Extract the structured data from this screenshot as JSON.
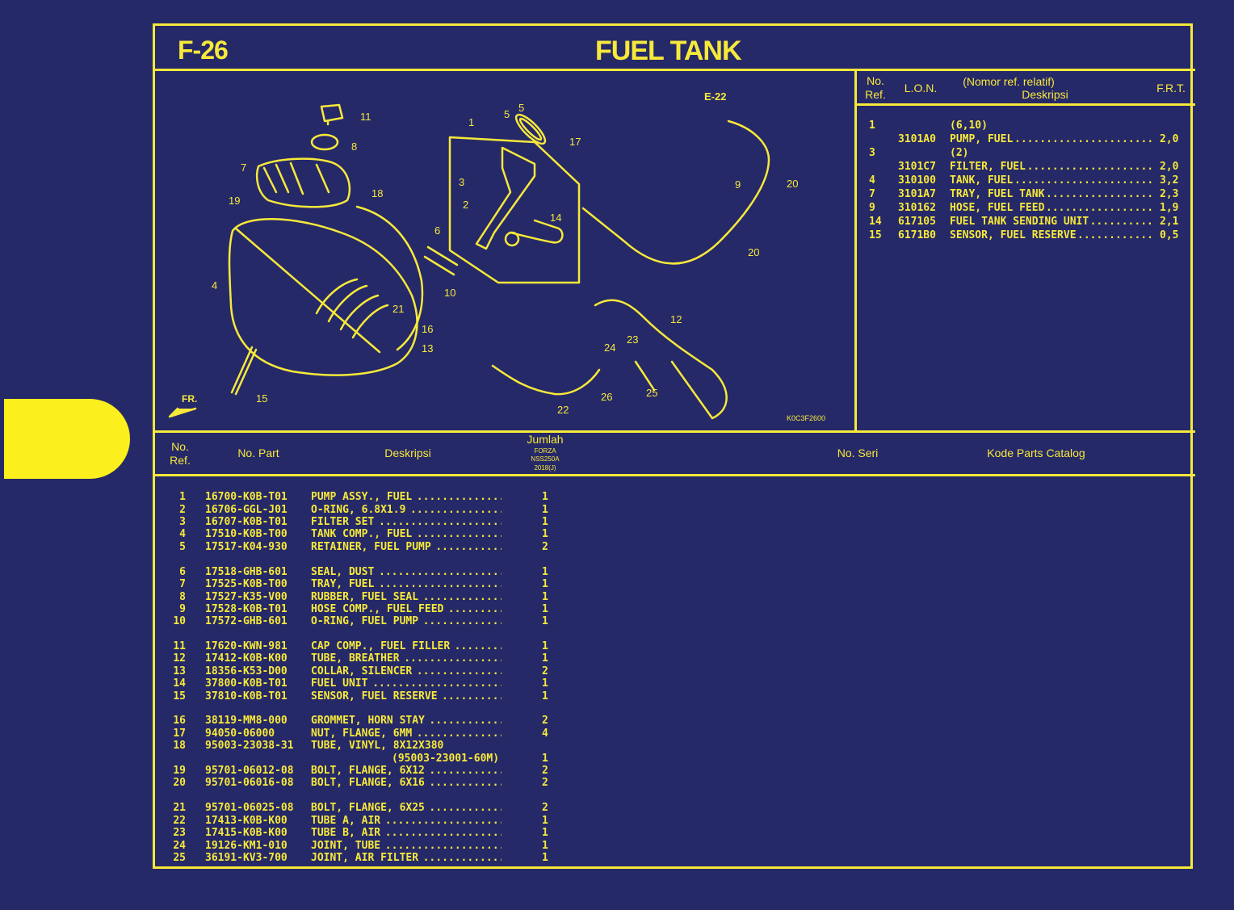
{
  "header": {
    "code": "F-26",
    "title": "FUEL TANK"
  },
  "diagram": {
    "callouts": [
      "1",
      "2",
      "3",
      "4",
      "5",
      "5",
      "6",
      "7",
      "8",
      "9",
      "10",
      "11",
      "12",
      "13",
      "14",
      "15",
      "16",
      "17",
      "18",
      "19",
      "20",
      "20",
      "21",
      "22",
      "23",
      "24",
      "25",
      "26",
      "E-22"
    ],
    "fr_label": "FR.",
    "drawing_code": "K0C3F2600"
  },
  "ref_table": {
    "headers": {
      "no_ref": "No. Ref.",
      "lon": "L.O.N.",
      "desc_top": "(Nomor ref. relatif)",
      "desc": "Deskripsi",
      "frt": "F.R.T."
    },
    "rows": [
      {
        "ref": "1",
        "lon": "",
        "desc": "(6,10)",
        "frt": ""
      },
      {
        "ref": "",
        "lon": "3101A0",
        "desc": "PUMP, FUEL",
        "frt": "2,0"
      },
      {
        "ref": "3",
        "lon": "",
        "desc": "(2)",
        "frt": ""
      },
      {
        "ref": "",
        "lon": "3101C7",
        "desc": "FILTER, FUEL",
        "frt": "2,0"
      },
      {
        "ref": "4",
        "lon": "310100",
        "desc": "TANK, FUEL",
        "frt": "3,2"
      },
      {
        "ref": "7",
        "lon": "3101A7",
        "desc": "TRAY, FUEL TANK",
        "frt": "2,3"
      },
      {
        "ref": "9",
        "lon": "310162",
        "desc": "HOSE, FUEL FEED",
        "frt": "1,9"
      },
      {
        "ref": "14",
        "lon": "617105",
        "desc": "FUEL TANK SENDING UNIT",
        "frt": "2,1"
      },
      {
        "ref": "15",
        "lon": "6171B0",
        "desc": "SENSOR, FUEL RESERVE",
        "frt": "0,5"
      }
    ]
  },
  "parts_table": {
    "headers": {
      "no_ref": "No. Ref.",
      "no_part": "No. Part",
      "desc": "Deskripsi",
      "qty": "Jumlah",
      "qty_model_1": "FORZA",
      "qty_model_2": "NSS250A",
      "qty_model_3": "2018(J)",
      "serial": "No. Seri",
      "catalog": "Kode Parts Catalog"
    },
    "rows": [
      {
        "ref": "1",
        "part": "16700-K0B-T01",
        "desc": "PUMP ASSY., FUEL",
        "qty": "1"
      },
      {
        "ref": "2",
        "part": "16706-GGL-J01",
        "desc": "O-RING, 6.8X1.9",
        "qty": "1"
      },
      {
        "ref": "3",
        "part": "16707-K0B-T01",
        "desc": "FILTER SET",
        "qty": "1"
      },
      {
        "ref": "4",
        "part": "17510-K0B-T00",
        "desc": "TANK COMP., FUEL",
        "qty": "1"
      },
      {
        "ref": "5",
        "part": "17517-K04-930",
        "desc": "RETAINER, FUEL PUMP",
        "qty": "2"
      },
      {
        "ref": "6",
        "part": "17518-GHB-601",
        "desc": "SEAL, DUST",
        "qty": "1"
      },
      {
        "ref": "7",
        "part": "17525-K0B-T00",
        "desc": "TRAY, FUEL",
        "qty": "1"
      },
      {
        "ref": "8",
        "part": "17527-K35-V00",
        "desc": "RUBBER, FUEL SEAL",
        "qty": "1"
      },
      {
        "ref": "9",
        "part": "17528-K0B-T01",
        "desc": "HOSE COMP., FUEL FEED",
        "qty": "1"
      },
      {
        "ref": "10",
        "part": "17572-GHB-601",
        "desc": "O-RING, FUEL PUMP",
        "qty": "1"
      },
      {
        "ref": "11",
        "part": "17620-KWN-981",
        "desc": "CAP COMP., FUEL FILLER",
        "qty": "1"
      },
      {
        "ref": "12",
        "part": "17412-K0B-K00",
        "desc": "TUBE, BREATHER",
        "qty": "1"
      },
      {
        "ref": "13",
        "part": "18356-K53-D00",
        "desc": "COLLAR, SILENCER",
        "qty": "2"
      },
      {
        "ref": "14",
        "part": "37800-K0B-T01",
        "desc": "FUEL UNIT",
        "qty": "1"
      },
      {
        "ref": "15",
        "part": "37810-K0B-T01",
        "desc": "SENSOR, FUEL RESERVE",
        "qty": "1"
      },
      {
        "ref": "16",
        "part": "38119-MM8-000",
        "desc": "GROMMET, HORN STAY",
        "qty": "2"
      },
      {
        "ref": "17",
        "part": "94050-06000",
        "desc": "NUT, FLANGE, 6MM",
        "qty": "4"
      },
      {
        "ref": "18",
        "part": "95003-23038-31",
        "desc": "TUBE, VINYL, 8X12X380",
        "qty": ""
      },
      {
        "ref": "",
        "part": "",
        "desc": "(95003-23001-60M)",
        "qty": "1"
      },
      {
        "ref": "19",
        "part": "95701-06012-08",
        "desc": "BOLT, FLANGE, 6X12",
        "qty": "2"
      },
      {
        "ref": "20",
        "part": "95701-06016-08",
        "desc": "BOLT, FLANGE, 6X16",
        "qty": "2"
      },
      {
        "ref": "21",
        "part": "95701-06025-08",
        "desc": "BOLT, FLANGE, 6X25",
        "qty": "2"
      },
      {
        "ref": "22",
        "part": "17413-K0B-K00",
        "desc": "TUBE A, AIR",
        "qty": "1"
      },
      {
        "ref": "23",
        "part": "17415-K0B-K00",
        "desc": "TUBE B, AIR",
        "qty": "1"
      },
      {
        "ref": "24",
        "part": "19126-KM1-010",
        "desc": "JOINT, TUBE",
        "qty": "1"
      },
      {
        "ref": "25",
        "part": "36191-KV3-700",
        "desc": "JOINT, AIR FILTER",
        "qty": "1"
      }
    ]
  }
}
